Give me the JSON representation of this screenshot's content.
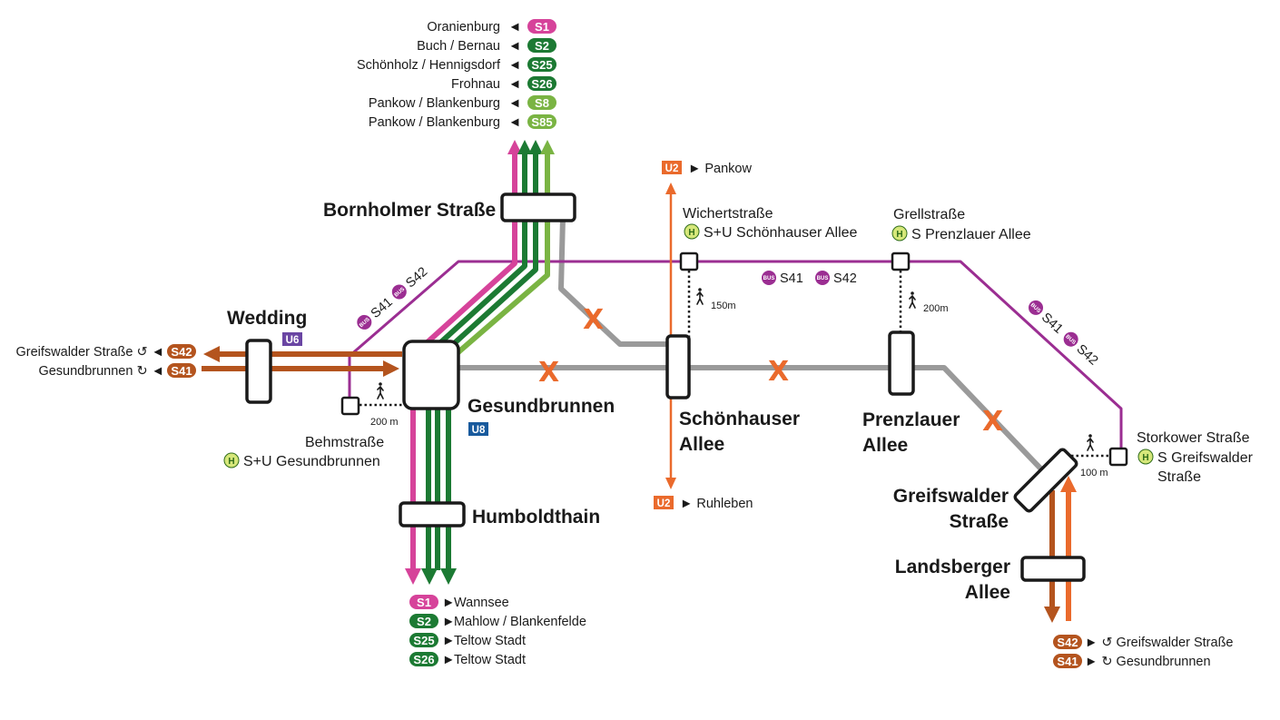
{
  "colors": {
    "s1": "#d6439a",
    "s2": "#1c7a33",
    "s8": "#7ab443",
    "s41": "#b4541e",
    "ring_purple": "#9b2e92",
    "u2": "#ea6a2c",
    "u6": "#6a45a3",
    "u8": "#185a9d",
    "grey": "#9a9a9a",
    "x": "#ea6a2c",
    "h_bg": "#d6e77a"
  },
  "north_destinations": [
    {
      "text": "Oranienburg",
      "line": "S1",
      "color": "#d6439a"
    },
    {
      "text": "Buch / Bernau",
      "line": "S2",
      "color": "#1c7a33"
    },
    {
      "text": "Schönholz / Hennigsdorf",
      "line": "S25",
      "color": "#1c7a33"
    },
    {
      "text": "Frohnau",
      "line": "S26",
      "color": "#1c7a33"
    },
    {
      "text": "Pankow / Blankenburg",
      "line": "S8",
      "color": "#7ab443"
    },
    {
      "text": "Pankow / Blankenburg",
      "line": "S85",
      "color": "#7ab443"
    }
  ],
  "south_destinations": [
    {
      "text": "Wannsee",
      "line": "S1",
      "color": "#d6439a"
    },
    {
      "text": "Mahlow / Blankenfelde",
      "line": "S2",
      "color": "#1c7a33"
    },
    {
      "text": "Teltow Stadt",
      "line": "S25",
      "color": "#1c7a33"
    },
    {
      "text": "Teltow Stadt",
      "line": "S26",
      "color": "#1c7a33"
    }
  ],
  "west_destinations": [
    {
      "text": "Greifswalder Straße ↺ ◄",
      "line": "S42"
    },
    {
      "text": "Gesundbrunnen ↻ ◄",
      "line": "S41"
    }
  ],
  "se_destinations": [
    {
      "text": "► ↺ Greifswalder Straße",
      "line": "S42"
    },
    {
      "text": "► ↻ Gesundbrunnen",
      "line": "S41"
    }
  ],
  "stations": {
    "bornholmer": "Bornholmer Straße",
    "wedding": "Wedding",
    "gesundbrunnen": "Gesundbrunnen",
    "humboldthain": "Humboldthain",
    "schoenhauser_1": "Schönhauser",
    "schoenhauser_2": "Allee",
    "prenzlauer_1": "Prenzlauer",
    "prenzlauer_2": "Allee",
    "greifswalder_1": "Greifswalder",
    "greifswalder_2": "Straße",
    "landsberger_1": "Landsberger",
    "landsberger_2": "Allee"
  },
  "ubahn": {
    "u6": "U6",
    "u8": "U8",
    "u2": "U2",
    "u2_north": "► Pankow",
    "u2_south": "► Ruhleben"
  },
  "bus_stops": {
    "wichert_name": "Wichertstraße",
    "wichert_sub": "S+U Schönhauser Allee",
    "grell_name": "Grellstraße",
    "grell_sub": "S Prenzlauer Allee",
    "behm_name": "Behmstraße",
    "behm_sub": "S+U Gesundbrunnen",
    "storkower_name": "Storkower Straße",
    "storkower_sub_1": "S Greifswalder",
    "storkower_sub_2": "Straße",
    "h_symbol": "H",
    "bus_symbol": "BUS"
  },
  "bus_lines": {
    "s41": "S41",
    "s42": "S42"
  },
  "walk": {
    "wichert": "150m",
    "grell": "200m",
    "behm": "200 m",
    "storkower": "100 m"
  },
  "closed_symbol": "X"
}
